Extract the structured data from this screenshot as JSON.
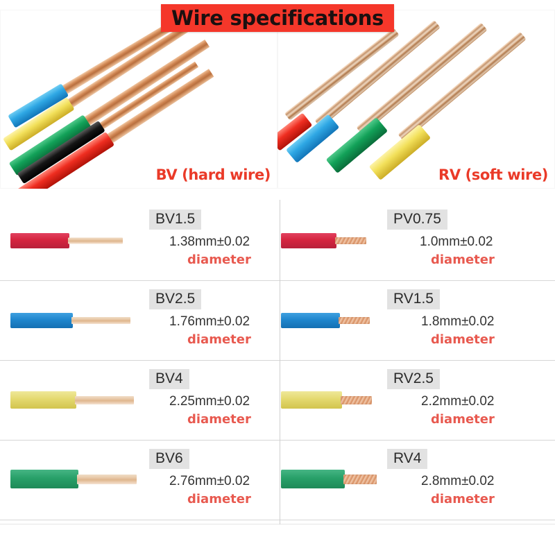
{
  "document": {
    "title": "Wire specifications",
    "title_bg": "#f5372a",
    "title_color": "#1a1010"
  },
  "hero": {
    "left": {
      "caption": "BV (hard wire)",
      "caption_color": "#ea3a28",
      "wire_colors": [
        "blue",
        "yellow",
        "green",
        "black",
        "red"
      ],
      "wire_type": "solid-core"
    },
    "right": {
      "caption": "RV (soft wire)",
      "caption_color": "#ea3a28",
      "wire_colors": [
        "red",
        "blue",
        "green",
        "yellow"
      ],
      "wire_type": "stranded"
    }
  },
  "spec_table": {
    "diameter_word": "diameter",
    "diameter_word_color": "#e8594f",
    "badge_bg": "#e2e2e2",
    "rows": [
      {
        "left": {
          "model": "BV1.5",
          "dimension": "1.38mm±0.02",
          "diameter_label": "diameter",
          "wire_color": "#d5243f",
          "color_name": "red",
          "core": "solid"
        },
        "right": {
          "model": "PV0.75",
          "dimension": "1.0mm±0.02",
          "diameter_label": "diameter",
          "wire_color": "#d5243f",
          "color_name": "red",
          "core": "stranded"
        }
      },
      {
        "left": {
          "model": "BV2.5",
          "dimension": "1.76mm±0.02",
          "diameter_label": "diameter",
          "wire_color": "#1f86cd",
          "color_name": "blue",
          "core": "solid"
        },
        "right": {
          "model": "RV1.5",
          "dimension": "1.8mm±0.02",
          "diameter_label": "diameter",
          "wire_color": "#1f86cd",
          "color_name": "blue",
          "core": "stranded"
        }
      },
      {
        "left": {
          "model": "BV4",
          "dimension": "2.25mm±0.02",
          "diameter_label": "diameter",
          "wire_color": "#e4d96f",
          "color_name": "yellow",
          "core": "solid"
        },
        "right": {
          "model": "RV2.5",
          "dimension": "2.2mm±0.02",
          "diameter_label": "diameter",
          "wire_color": "#e4d96f",
          "color_name": "yellow",
          "core": "stranded"
        }
      },
      {
        "left": {
          "model": "BV6",
          "dimension": "2.76mm±0.02",
          "diameter_label": "diameter",
          "wire_color": "#28a069",
          "color_name": "green",
          "core": "solid"
        },
        "right": {
          "model": "RV4",
          "dimension": "2.8mm±0.02",
          "diameter_label": "diameter",
          "wire_color": "#28a069",
          "color_name": "green",
          "core": "stranded"
        }
      }
    ]
  }
}
